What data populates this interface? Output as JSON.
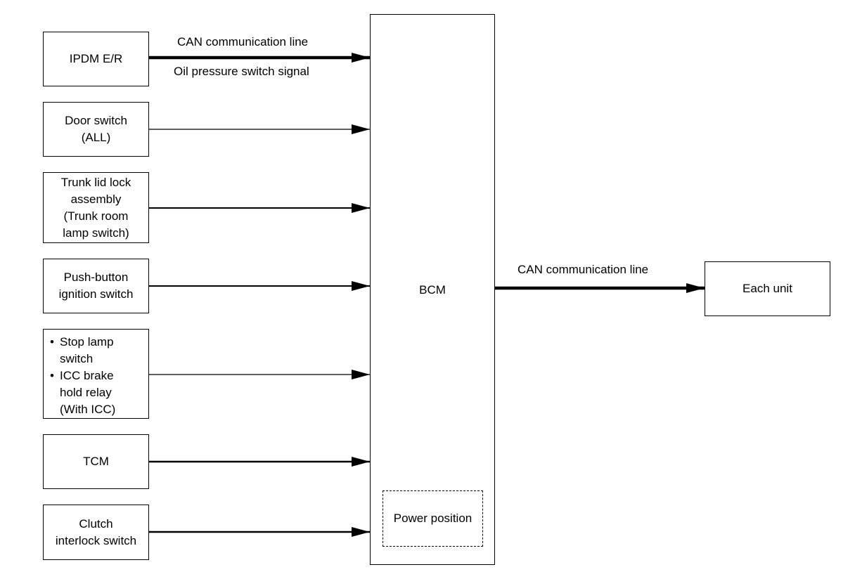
{
  "inputs": {
    "ipdm": "IPDM E/R",
    "door": "Door switch\n(ALL)",
    "trunk": "Trunk lid lock\nassembly\n(Trunk room\nlamp switch)",
    "push": "Push-button\nignition switch",
    "stop_items": [
      "Stop lamp\nswitch",
      "ICC brake\nhold relay\n(With ICC)"
    ],
    "tcm": "TCM",
    "clutch": "Clutch\ninterlock switch"
  },
  "bcm": {
    "label": "BCM",
    "power_position": "Power position"
  },
  "output": {
    "label": "Each unit"
  },
  "signals": {
    "ipdm_can": "CAN communication line",
    "ipdm_oil": "Oil pressure switch signal",
    "out_can": "CAN communication line"
  }
}
